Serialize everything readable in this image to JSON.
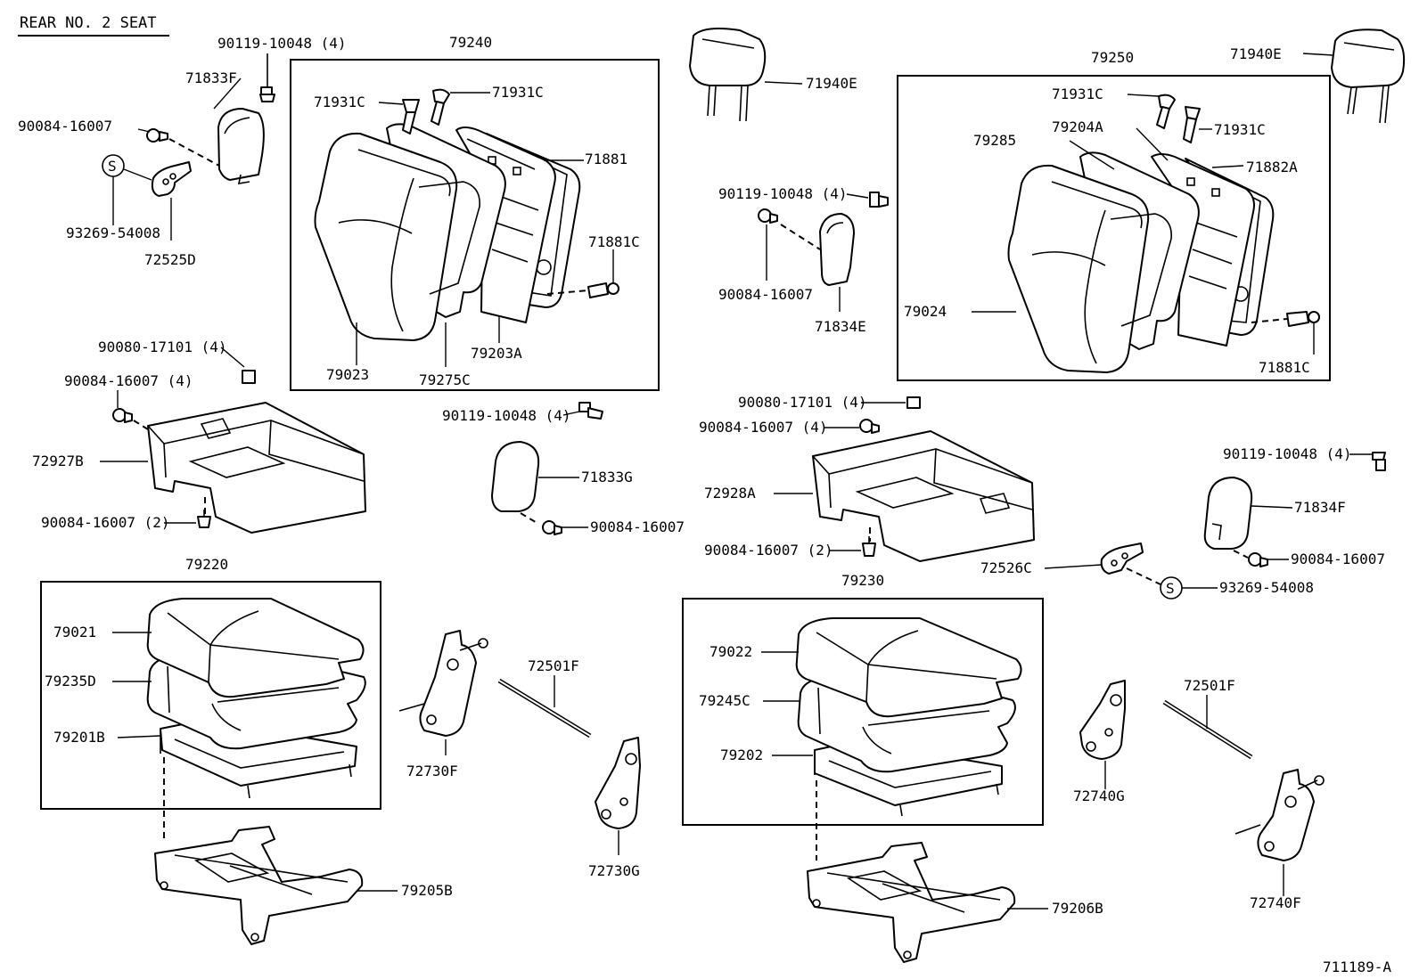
{
  "title": "REAR NO. 2 SEAT",
  "diagram_id": "711189-A",
  "labels": {
    "l_90119_10048_4_a": "90119-10048 (4)",
    "l_71833F": "71833F",
    "l_90084_16007_a": "90084-16007",
    "l_93269_54008_a": "93269-54008",
    "l_72525D": "72525D",
    "l_S_a": "S",
    "l_79240": "79240",
    "l_71931C_a": "71931C",
    "l_71931C_b": "71931C",
    "l_71881": "71881",
    "l_71881C_a": "71881C",
    "l_79023": "79023",
    "l_79275C": "79275C",
    "l_79203A": "79203A",
    "l_71940E_a": "71940E",
    "l_90119_10048_4_b": "90119-10048 (4)",
    "l_90084_16007_b": "90084-16007",
    "l_71834E": "71834E",
    "l_79250": "79250",
    "l_71940E_b": "71940E",
    "l_71931C_c": "71931C",
    "l_71931C_d": "71931C",
    "l_79285": "79285",
    "l_79204A": "79204A",
    "l_71882A": "71882A",
    "l_79024": "79024",
    "l_71881C_b": "71881C",
    "l_90080_17101_4_a": "90080-17101 (4)",
    "l_90084_16007_4_a": "90084-16007 (4)",
    "l_72927B": "72927B",
    "l_90084_16007_2_a": "90084-16007 (2)",
    "l_90119_10048_4_c": "90119-10048 (4)",
    "l_71833G": "71833G",
    "l_90084_16007_c": "90084-16007",
    "l_90080_17101_4_b": "90080-17101 (4)",
    "l_90084_16007_4_b": "90084-16007 (4)",
    "l_72928A": "72928A",
    "l_90084_16007_2_b": "90084-16007 (2)",
    "l_90119_10048_4_d": "90119-10048 (4)",
    "l_71834F": "71834F",
    "l_90084_16007_d": "90084-16007",
    "l_72526C": "72526C",
    "l_S_b": "S",
    "l_93269_54008_b": "93269-54008",
    "l_79220": "79220",
    "l_79021": "79021",
    "l_79235D": "79235D",
    "l_79201B": "79201B",
    "l_72730F": "72730F",
    "l_72501F_a": "72501F",
    "l_72730G": "72730G",
    "l_79205B": "79205B",
    "l_79230": "79230",
    "l_79022": "79022",
    "l_79245C": "79245C",
    "l_79202": "79202",
    "l_72740G": "72740G",
    "l_72501F_b": "72501F",
    "l_72740F": "72740F",
    "l_79206B": "79206B"
  }
}
